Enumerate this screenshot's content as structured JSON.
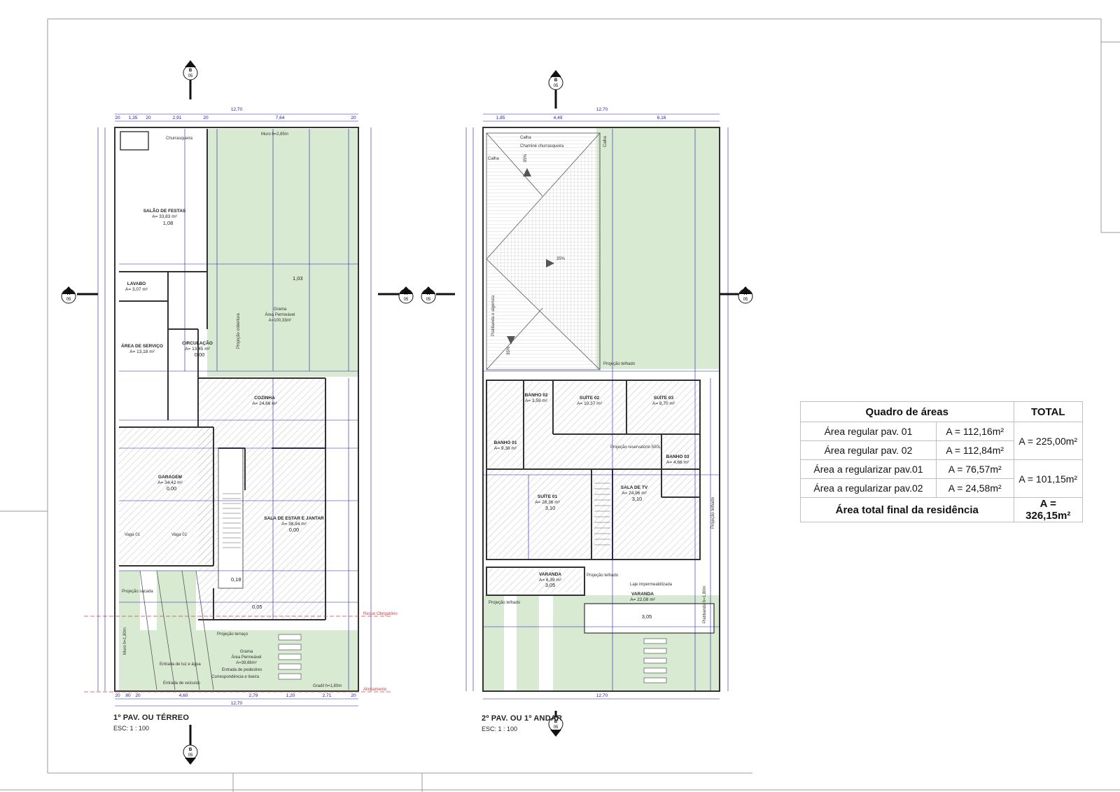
{
  "ground_floor": {
    "title": "1º PAV. OU TÉRREO",
    "scale": "ESC: 1 : 100",
    "rooms": [
      {
        "name": "SALÃO DE FESTAS",
        "area": "A= 33,83 m²",
        "level": "1,08"
      },
      {
        "name": "LAVABO",
        "area": "A= 3,07 m²",
        "level": ""
      },
      {
        "name": "ÁREA DE SERVIÇO",
        "area": "A= 13,18 m²",
        "level": ""
      },
      {
        "name": "CIRCULAÇÃO",
        "area": "A= 13,45 m²",
        "level": "0,00"
      },
      {
        "name": "COZINHA",
        "area": "A= 24,66 m²",
        "level": ""
      },
      {
        "name": "GARAGEM",
        "area": "A= 34,42 m²",
        "level": "0,00"
      },
      {
        "name": "SALA DE ESTAR E JANTAR",
        "area": "A= 38,94 m²",
        "level": "0,00"
      }
    ],
    "notes": [
      "Churrasqueira",
      "Muro h=2,85m",
      "Grama",
      "Área Permeável",
      "A=100,33m²",
      "Projeção cobertura",
      "Vaga 01",
      "Vaga 02",
      "Projeção sacada",
      "Projeção terraço",
      "Grama",
      "Área Permeável",
      "A=39,66m²",
      "Entrada de pedestres",
      "Correspondência e lixeira",
      "Entrada de luz e água",
      "Entrada de veículos",
      "Gradil h=1,80m",
      "Muro h=1,80m",
      "Recuo Obrigatório",
      "Alinhamento"
    ],
    "levels": [
      "1,03",
      "0,18",
      "0,05"
    ],
    "dims_top": [
      "12,70",
      "20",
      "1,35",
      "20",
      "2,91",
      "20",
      "7,64",
      "20"
    ],
    "dims_bottom": [
      "20",
      "80",
      "20",
      "4,60",
      "2,79",
      "1,20",
      "2,71",
      "20",
      "12,70"
    ]
  },
  "upper_floor": {
    "title": "2º PAV. OU 1º ANDAR",
    "scale": "ESC: 1 : 100",
    "rooms": [
      {
        "name": "BANHO 02",
        "area": "A= 3,59 m²",
        "level": ""
      },
      {
        "name": "SUÍTE 02",
        "area": "A= 10,37 m²",
        "level": ""
      },
      {
        "name": "SUÍTE 03",
        "area": "A= 8,70 m²",
        "level": ""
      },
      {
        "name": "BANHO 01",
        "area": "A= 9,38 m²",
        "level": ""
      },
      {
        "name": "BANHO 03",
        "area": "A= 4,66 m²",
        "level": ""
      },
      {
        "name": "SUÍTE 01",
        "area": "A= 28,36 m²",
        "level": "3,10"
      },
      {
        "name": "SALA DE TV",
        "area": "A= 24,96 m²",
        "level": "3,10"
      },
      {
        "name": "VARANDA",
        "area": "A= 6,39 m²",
        "level": "3,05"
      },
      {
        "name": "VARANDA",
        "area": "A= 22,08 m²",
        "level": "3,05"
      }
    ],
    "notes": [
      "Calha",
      "Chaminé churrasqueira",
      "Calha",
      "Calha",
      "35%",
      "35%",
      "35%",
      "Platibanda e algeroza",
      "Projeção telhado",
      "Projeção reservatório 500L",
      "Projeção telhado",
      "Laje impermeabilizada",
      "Projeção telhado",
      "Platibanda h=1,80m",
      "Projeção telhado"
    ],
    "dims_top": [
      "12,70",
      "1,85",
      "4,49",
      "6,16"
    ],
    "dims_bottom": [
      "12,70"
    ]
  },
  "section_markers": [
    {
      "letter": "B",
      "sheet": "05"
    },
    {
      "letter": "A",
      "sheet": "05"
    },
    {
      "letter": "A",
      "sheet": "05"
    },
    {
      "letter": "B",
      "sheet": "05"
    },
    {
      "letter": "B",
      "sheet": "05"
    },
    {
      "letter": "A",
      "sheet": "05"
    },
    {
      "letter": "A",
      "sheet": "05"
    },
    {
      "letter": "B",
      "sheet": "05"
    }
  ],
  "areas_table": {
    "title": "Quadro de áreas",
    "total_header": "TOTAL",
    "rows": [
      {
        "label": "Área regular pav. 01",
        "value": "A = 112,16m²"
      },
      {
        "label": "Área regular pav. 02",
        "value": "A = 112,84m²"
      },
      {
        "label": "Área a regularizar pav.01",
        "value": "A = 76,57m²"
      },
      {
        "label": "Área a regularizar pav.02",
        "value": "A = 24,58m²"
      }
    ],
    "group_totals": [
      "A = 225,00m²",
      "A = 101,15m²"
    ],
    "final_label": "Área total final da residência",
    "final_value": "A = 326,15m²"
  },
  "colors": {
    "lawn": "#d9ead3",
    "wall": "#333333",
    "dimension": "#1a1aa6",
    "annotation_green": "#2e8b2e",
    "annotation_red": "#d04040"
  }
}
